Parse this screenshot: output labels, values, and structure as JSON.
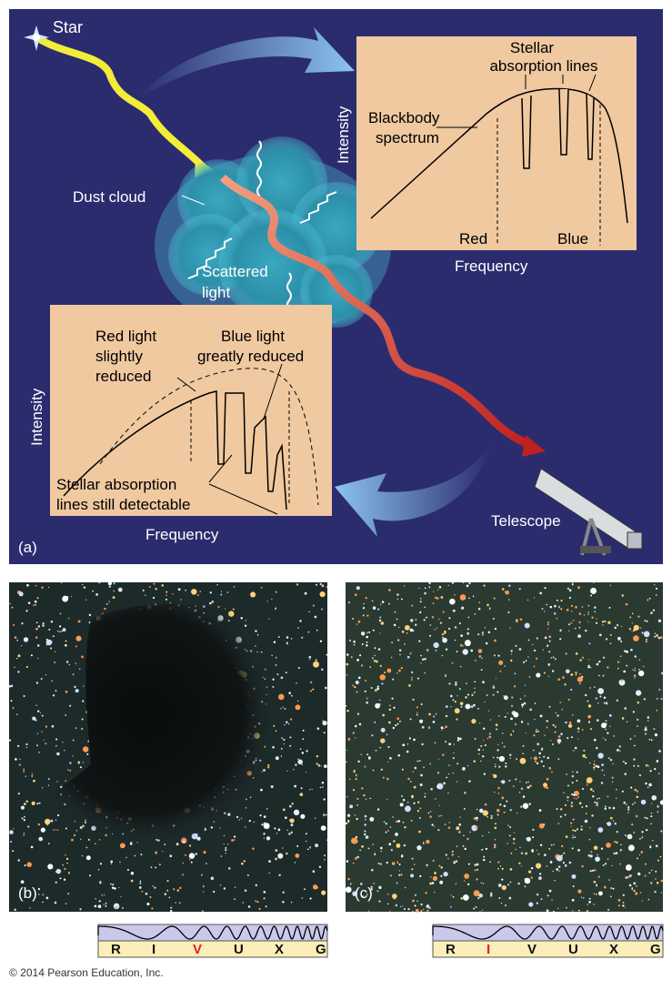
{
  "panel_a": {
    "label": "(a)",
    "star": "Star",
    "dust_cloud": "Dust cloud",
    "scattered_light": [
      "Scattered",
      "light"
    ],
    "telescope": "Telescope",
    "top_graph": {
      "y_axis": "Intensity",
      "x_axis": "Frequency",
      "stellar_lines": [
        "Stellar",
        "absorption lines"
      ],
      "blackbody": [
        "Blackbody",
        "spectrum"
      ],
      "red": "Red",
      "blue": "Blue"
    },
    "bottom_graph": {
      "y_axis": "Intensity",
      "x_axis": "Frequency",
      "red_note": [
        "Red light",
        "slightly",
        "reduced"
      ],
      "blue_note": [
        "Blue light",
        "greatly reduced"
      ],
      "lines_note": [
        "Stellar absorption",
        "lines still detectable"
      ]
    }
  },
  "panel_b": {
    "label": "(b)",
    "spectrum": [
      "R",
      "I",
      "V",
      "U",
      "X",
      "G"
    ],
    "highlight": "V"
  },
  "panel_c": {
    "label": "(c)",
    "spectrum": [
      "R",
      "I",
      "V",
      "U",
      "X",
      "G"
    ],
    "highlight": "I"
  },
  "copyright": "© 2014 Pearson Education, Inc.",
  "colors": {
    "panel": "#2a2c6e",
    "graph": "#f0c9a0",
    "highlight": "#e02020"
  }
}
